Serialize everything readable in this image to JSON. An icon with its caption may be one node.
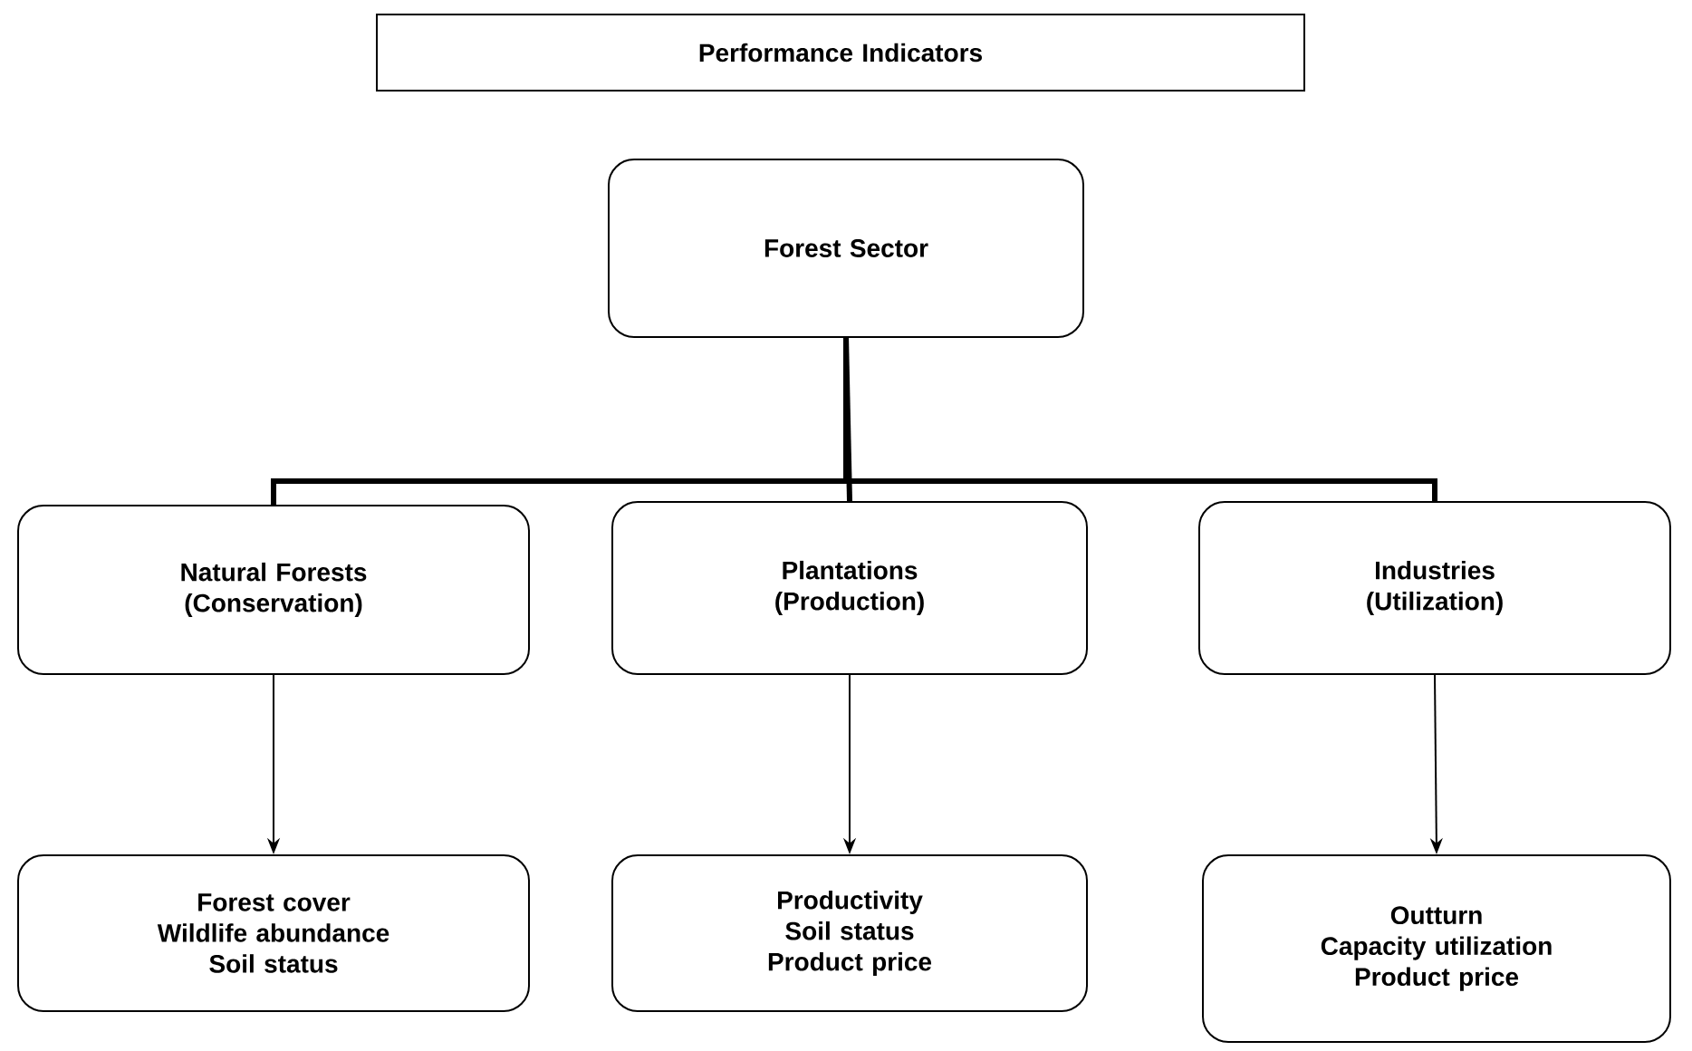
{
  "diagram": {
    "nodes": [
      {
        "text": [
          "Performance Indicators"
        ]
      },
      {
        "text": [
          "Forest Sector"
        ]
      },
      {
        "text": [
          "Natural Forests (Conservation)"
        ]
      },
      {
        "text": [
          "Plantations (Production)"
        ]
      },
      {
        "text": [
          "Industries (Utilization)"
        ]
      },
      {
        "text": [
          "Forest cover",
          "Wildlife abundance",
          "Soil status"
        ]
      },
      {
        "text": [
          "Productivity",
          "Soil status",
          "Product price"
        ]
      },
      {
        "text": [
          "Outturn",
          "Capacity utilization",
          "Product price"
        ]
      }
    ],
    "edges": [
      {
        "from": 1,
        "to": 2,
        "arrow": "none",
        "style": "thick"
      },
      {
        "from": 1,
        "to": 3,
        "arrow": "none",
        "style": "thick"
      },
      {
        "from": 1,
        "to": 4,
        "arrow": "none",
        "style": "thick"
      },
      {
        "from": 2,
        "to": 5,
        "arrow": "to"
      },
      {
        "from": 3,
        "to": 6,
        "arrow": "to"
      },
      {
        "from": 4,
        "to": 7,
        "arrow": "to"
      }
    ]
  }
}
